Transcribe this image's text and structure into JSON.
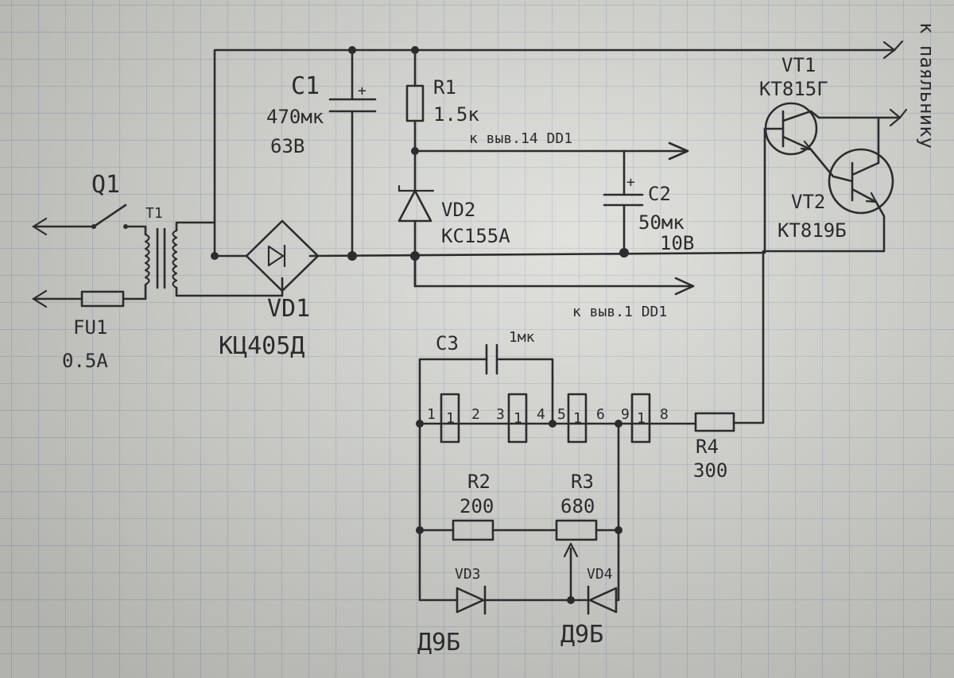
{
  "colors": {
    "ink": "#2c2c2e",
    "paper": "#d9d9d4",
    "grid": "#7896b9"
  },
  "labels": {
    "q1": "Q1",
    "t1": "T1",
    "fu1": "FU1",
    "fu1_rating": "0.5A",
    "vd1": "VD1",
    "vd1_part": "КЦ405Д",
    "c1": "C1",
    "c1_value": "470мк",
    "c1_voltage": "63В",
    "r1": "R1",
    "r1_value": "1.5к",
    "vd2": "VD2",
    "vd2_part": "КС155А",
    "to_pin14": "к выв.14 DD1",
    "to_pin1": "к выв.1 DD1",
    "c2": "C2",
    "c2_value": "50мк",
    "c2_voltage": "10В",
    "vt1": "VT1",
    "vt1_part": "КТ815Г",
    "vt2": "VT2",
    "vt2_part": "КТ819Б",
    "to_iron": "к паяльнику",
    "c3": "C3",
    "c3_value": "1мк",
    "inv_symbol": "1",
    "pin1": "1",
    "pin2": "2",
    "pin3": "3",
    "pin4": "4",
    "pin5": "5",
    "pin6": "6",
    "pin9": "9",
    "pin8": "8",
    "r4": "R4",
    "r4_value": "300",
    "r2": "R2",
    "r2_value": "200",
    "r3": "R3",
    "r3_value": "680",
    "vd3": "VD3",
    "vd3_part": "Д9Б",
    "vd4": "VD4",
    "vd4_part": "Д9Б",
    "plus": "+"
  }
}
